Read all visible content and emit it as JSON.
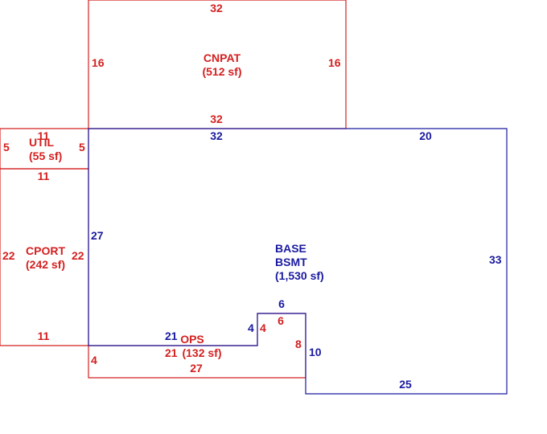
{
  "colors": {
    "red": "#d42020",
    "blue": "#1a1aa0"
  },
  "areas": {
    "cnpat": {
      "name": "CNPAT",
      "area": "(512 sf)"
    },
    "util": {
      "name": "UTIL",
      "area": "(55 sf)"
    },
    "cport": {
      "name": "CPORT",
      "area": "(242 sf)"
    },
    "base": {
      "name": "BASE",
      "name2": "BSMT",
      "area": "(1,530 sf)"
    },
    "ops": {
      "name": "OPS",
      "area": "(132 sf)"
    }
  },
  "dims": {
    "cnpat_top": "32",
    "cnpat_left": "16",
    "cnpat_right": "16",
    "cnpat_bottom": "32",
    "util_top": "11",
    "util_left": "5",
    "util_right": "5",
    "util_bottom": "11",
    "cport_left": "22",
    "cport_right": "22",
    "cport_bottom": "11",
    "base_top_left": "32",
    "base_top_right": "20",
    "base_left": "27",
    "base_right": "33",
    "base_notch_top": "6",
    "base_notch_left": "4",
    "base_notch_right": "10",
    "base_bottom_right": "25",
    "base_bottom_left": "21",
    "ops_notch_top": "6",
    "ops_notch_left": "4",
    "ops_notch_right": "8",
    "ops_left": "4",
    "ops_top": "21",
    "ops_bottom": "27"
  }
}
